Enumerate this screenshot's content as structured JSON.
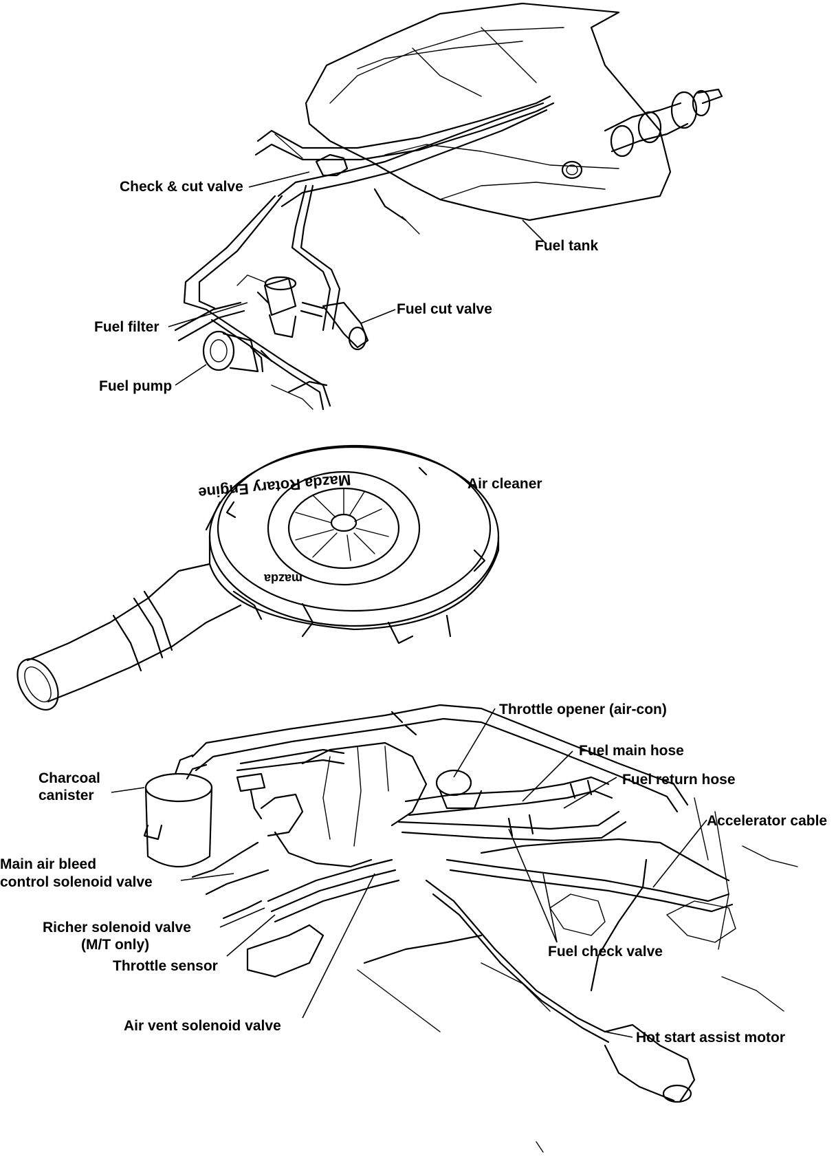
{
  "labels": {
    "check_cut_valve": "Check & cut valve",
    "fuel_tank": "Fuel tank",
    "fuel_cut_valve": "Fuel cut valve",
    "fuel_filter": "Fuel filter",
    "fuel_pump": "Fuel pump",
    "air_cleaner": "Air cleaner",
    "throttle_opener": "Throttle opener (air-con)",
    "fuel_main_hose": "Fuel main hose",
    "fuel_return_hose": "Fuel return hose",
    "accelerator_cable": "Accelerator cable",
    "charcoal_canister_1": "Charcoal",
    "charcoal_canister_2": "canister",
    "main_air_bleed_1": "Main air bleed",
    "main_air_bleed_2": "control solenoid valve",
    "richer_solenoid_1": "Richer solenoid valve",
    "richer_solenoid_2": "(M/T only)",
    "throttle_sensor": "Throttle sensor",
    "fuel_check_valve": "Fuel check valve",
    "air_vent_solenoid": "Air vent solenoid valve",
    "hot_start_motor": "Hot start assist motor"
  },
  "air_cleaner_lid_text": {
    "logo": "mazda",
    "ring_text": "Mazda Rotary Engine"
  },
  "colors": {
    "ink": "#000000",
    "paper": "#ffffff"
  }
}
